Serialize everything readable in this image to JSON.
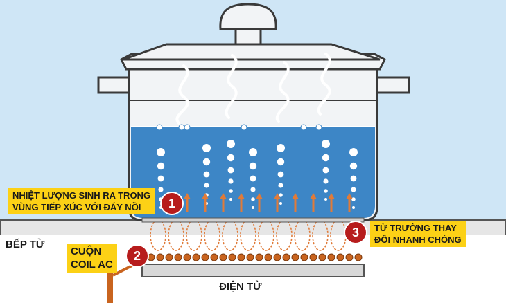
{
  "colors": {
    "sky": "#cfe6f6",
    "water": "#3d86c6",
    "pot_outline": "#3a3a3a",
    "pot_fill": "#f2f4f6",
    "heat_arrow": "#e07b39",
    "label_bg": "#fcd116",
    "badge": "#b71c1c",
    "coil": "#c9641f"
  },
  "labels": {
    "heat_zone": [
      "NHIỆT LƯỢNG SINH RA TRONG",
      "VÙNG TIẾP XÚC VỚI ĐÁY NỒI"
    ],
    "magnetic_field": [
      "TỪ  TRƯỜNG THAY",
      "ĐỔI NHANH CHÓNG"
    ],
    "coil": [
      "CUỘN",
      "COIL AC"
    ],
    "stove": "BẾP TỪ",
    "electronics": "ĐIỆN TỬ"
  },
  "badges": {
    "heat_zone": "1",
    "coil": "2",
    "magnetic_field": "3"
  }
}
